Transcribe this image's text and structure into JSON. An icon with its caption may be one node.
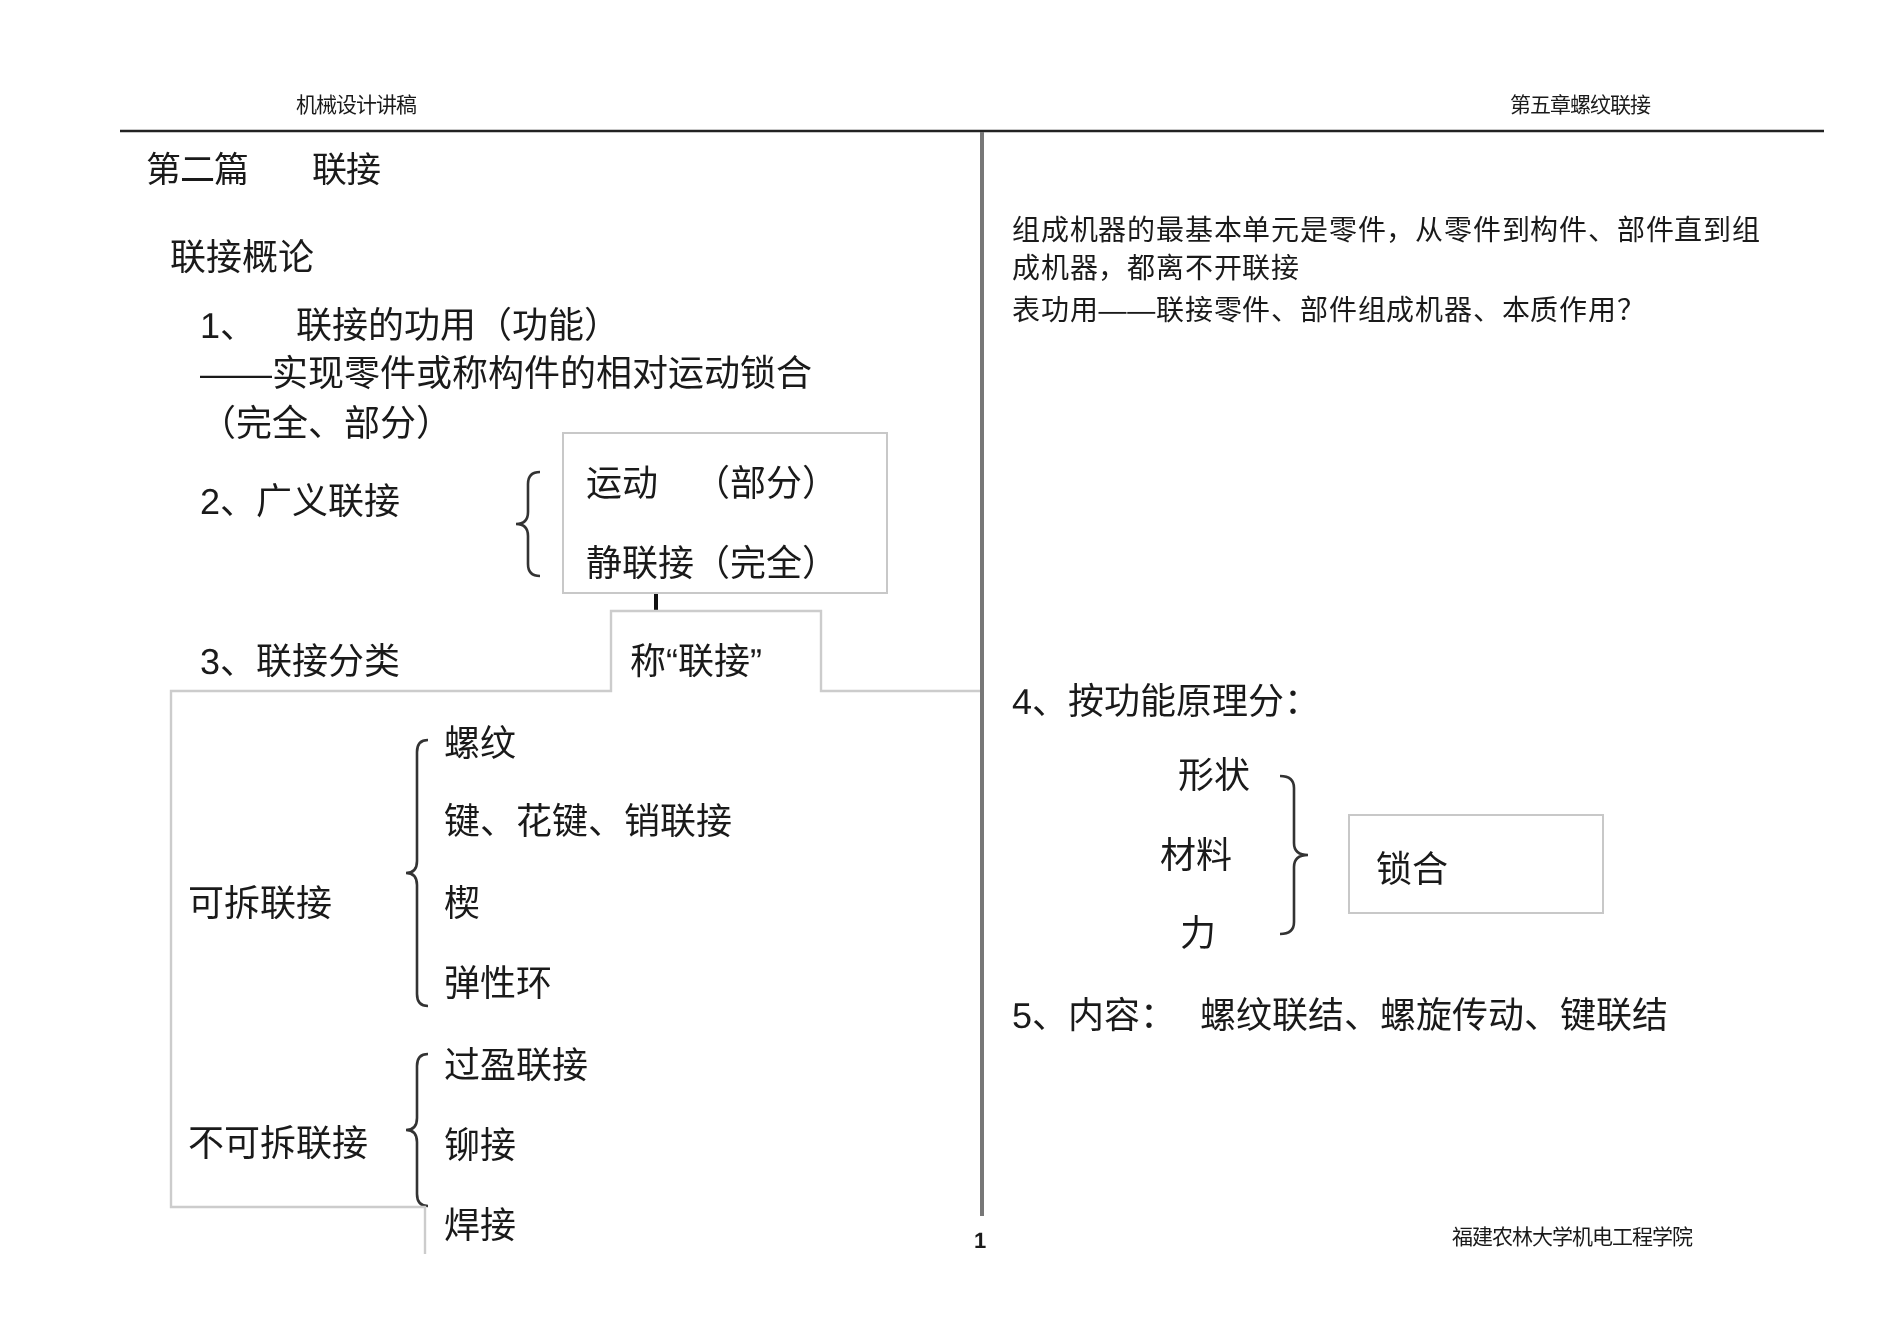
{
  "diagram": {
    "title": "第二篇 联接",
    "nodes": [
      {
        "text": [
          "运动 （部分）",
          "静联接（完全）"
        ]
      },
      {
        "text": [
          "称“联接”"
        ]
      },
      {
        "text": [
          "锁合"
        ]
      }
    ],
    "edges": [
      {
        "from": 0,
        "to": 1,
        "arrow": "none"
      }
    ],
    "labels": [
      "机械设计讲稿",
      "第五章螺纹联接",
      "联接概论",
      "1、 联接的功用（功能）",
      "——实现零件或称构件的相对运动锁合（完全、部分）",
      "2、广义联接",
      "3、联接分类",
      "可拆联接",
      "螺纹",
      "键、花键、销联接",
      "楔",
      "弹性环",
      "不可拆联接",
      "过盈联接",
      "铆接",
      "焊接",
      "组成机器的最基本单元是零件，从零件到构件、部件直到组成机器，都离不开联接",
      "表功用——联接零件、部件组成机器、本质作用？",
      "4、按功能原理分：",
      "形状",
      "材料",
      "力",
      "5、内容： 螺纹联结、螺旋传动、键联结",
      "1",
      "福建农林大学机电工程学院"
    ]
  }
}
